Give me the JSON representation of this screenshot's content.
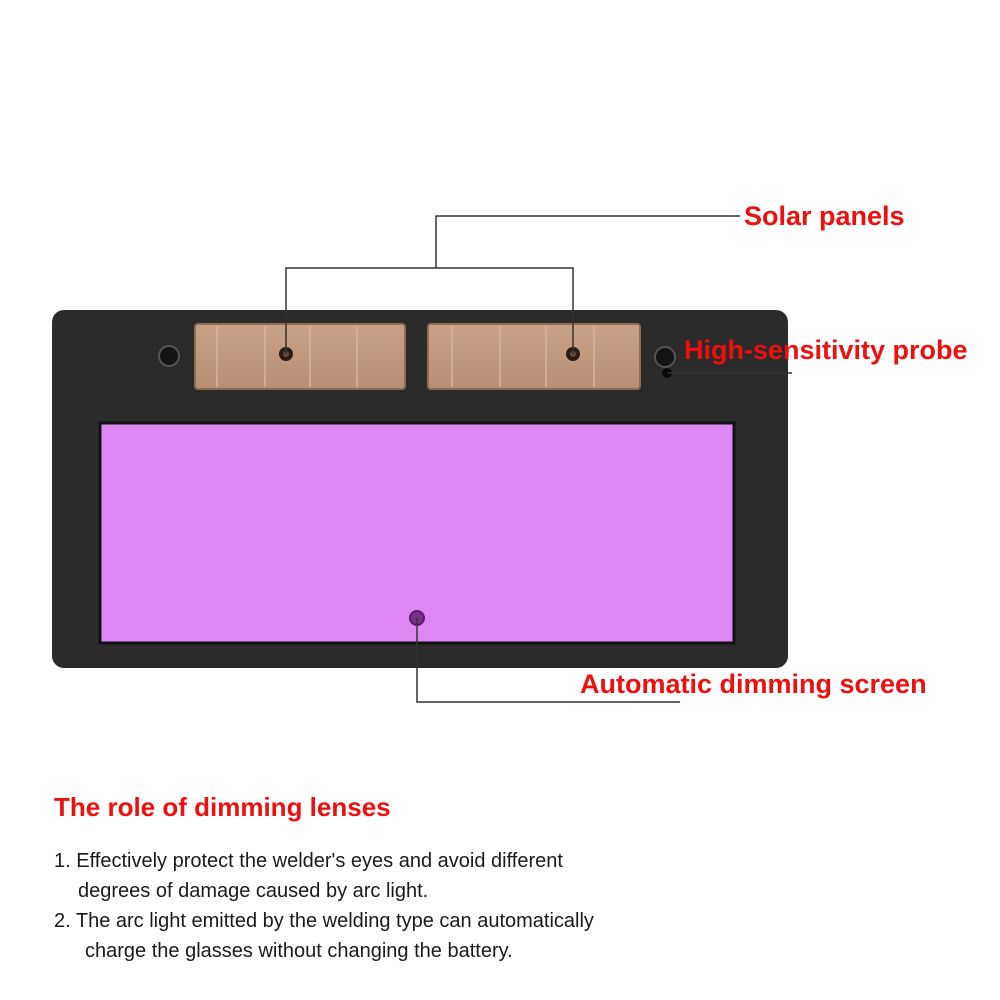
{
  "callouts": {
    "solar_panels": "Solar panels",
    "probe": "High-sensitivity probe",
    "dimming_screen": "Automatic dimming screen"
  },
  "role_section": {
    "heading": "The role of dimming lenses",
    "items": [
      {
        "line1": "1. Effectively protect the welder's eyes and avoid different",
        "line2": "degrees of damage caused by arc light."
      },
      {
        "line1": "2. The arc light emitted by the welding type can automatically",
        "line2": "charge the glasses without changing the battery."
      }
    ]
  },
  "colors": {
    "label_red": "#ee0f0f",
    "frame": "#2b2b2b",
    "lens": "#de86f4",
    "solar_cell": "#c0987d"
  }
}
